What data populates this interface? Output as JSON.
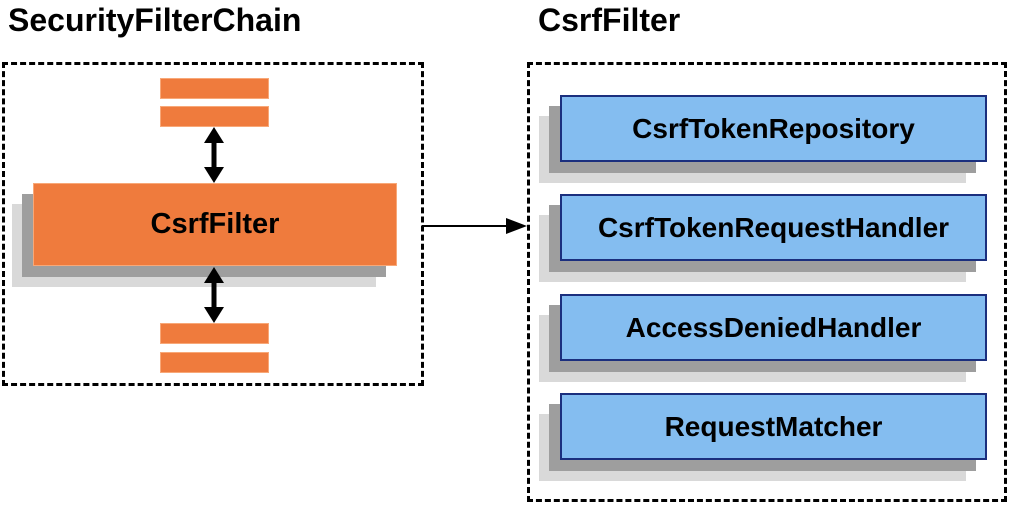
{
  "diagram": {
    "left_panel": {
      "title": "SecurityFilterChain",
      "filter_label": "CsrfFilter"
    },
    "right_panel": {
      "title": "CsrfFilter",
      "components": [
        "CsrfTokenRepository",
        "CsrfTokenRequestHandler",
        "AccessDeniedHandler",
        "RequestMatcher"
      ]
    },
    "colors": {
      "orange": "#EF7B3D",
      "orange_edge": "#F8A878",
      "blue": "#84BDF0",
      "blue_border": "#1B2F7E",
      "shadow_dark": "#9E9E9E",
      "shadow_light": "#D9D9D9",
      "arrow": "#000000"
    }
  }
}
